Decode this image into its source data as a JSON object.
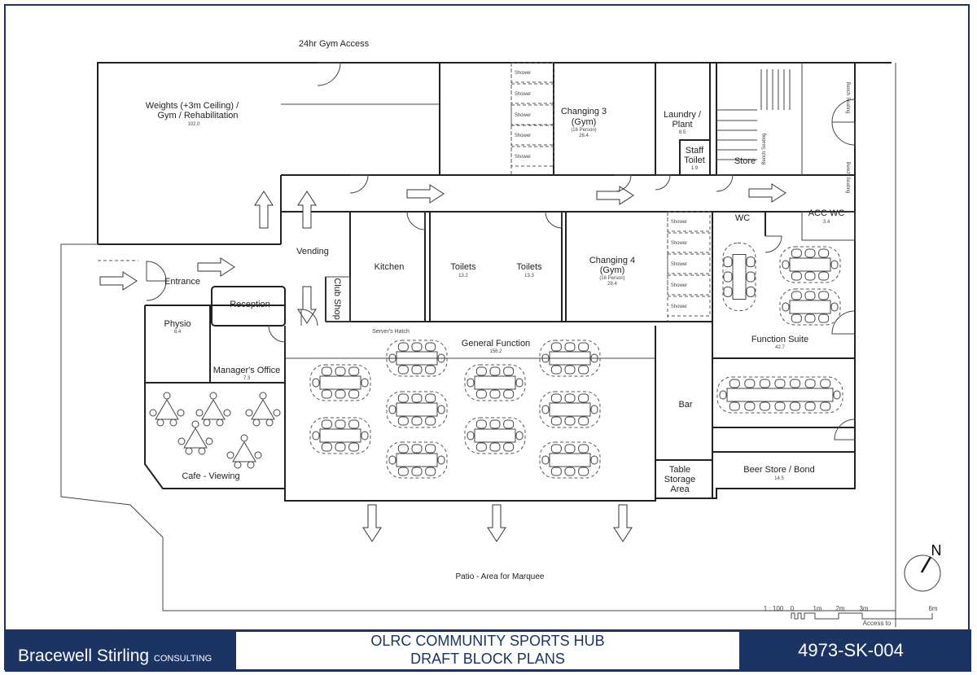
{
  "drawing": {
    "project_title": "OLRC COMMUNITY SPORTS HUB",
    "subtitle": "DRAFT BLOCK PLANS",
    "drawing_number": "4973-SK-004",
    "company": "Bracewell Stirling",
    "company_suffix": "CONSULTING",
    "brand_color": "#1b3464"
  },
  "labels": {
    "gym_access": "24hr Gym Access",
    "weights_1": "Weights (+3m Ceiling) /",
    "weights_2": "Gym / Rehabilitation",
    "weights_area": "102.0",
    "changing3": "Changing 3",
    "changing3_b": "(Gym)",
    "changing3_cap": "(16 Person)",
    "changing3_area": "28.4",
    "laundry_1": "Laundry /",
    "laundry_2": "Plant",
    "laundry_area": "8.5",
    "staff_1": "Staff",
    "staff_2": "Toilet",
    "staff_area": "1.9",
    "store": "Store",
    "bench": "Bench Seating",
    "shower": "Shower",
    "wc": "WC",
    "acc_wc": "ACC WC",
    "acc_wc_area": "3.4",
    "vending": "Vending",
    "entrance": "Entrance",
    "reception": "Reception",
    "physio": "Physio",
    "physio_area": "8.4",
    "managers_office": "Manager's Office",
    "managers_area": "7.3",
    "kitchen": "Kitchen",
    "club_shop": "Club Shop",
    "toilets": "Toilets",
    "toilets_a_area": "13.2",
    "toilets_b_area": "13.3",
    "changing4": "Changing 4",
    "changing4_b": "(Gym)",
    "changing4_cap": "(16 Person)",
    "changing4_area": "28.4",
    "servers_hatch": "Server's Hatch",
    "general_function": "General Function",
    "general_area": "156.2",
    "function_suite": "Function Suite",
    "function_area": "42.7",
    "bar": "Bar",
    "table_storage_1": "Table",
    "table_storage_2": "Storage",
    "table_storage_3": "Area",
    "beer_store": "Beer Store / Bond",
    "beer_area": "14.5",
    "cafe": "Cafe - Viewing",
    "patio": "Patio - Area for Marquee",
    "access_to": "Access to"
  },
  "scale": {
    "ratio": "1 : 100",
    "ticks": [
      "0",
      "1m",
      "2m",
      "3m",
      "6m"
    ]
  },
  "north": "N"
}
